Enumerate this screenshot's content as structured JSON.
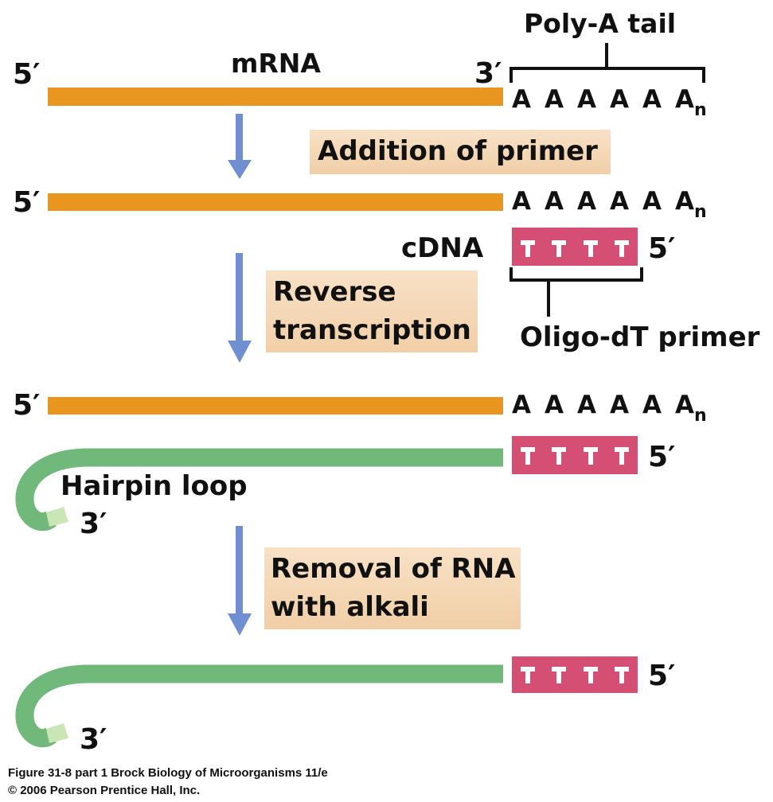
{
  "colors": {
    "mrna": "#e8961f",
    "cdna": "#71b97a",
    "cdna_end": "#c9e6b4",
    "primer": "#d44f73",
    "arrow": "#6f8fd0",
    "step_box": "#f3d6b4",
    "text": "#111111"
  },
  "labels": {
    "poly_a_tail": "Poly-A tail",
    "mrna": "mRNA",
    "cdna": "cDNA",
    "oligo_dt_primer": "Oligo-dT primer",
    "hairpin_loop": "Hairpin loop",
    "five_prime": "5′",
    "three_prime": "3′"
  },
  "poly_a": {
    "bases": [
      "A",
      "A",
      "A",
      "A",
      "A"
    ],
    "last_base": "A",
    "last_subscript": "n"
  },
  "primer_bases": [
    "T",
    "T",
    "T",
    "T"
  ],
  "steps": {
    "step1": "Addition of primer",
    "step2_line1": "Reverse",
    "step2_line2": "transcription",
    "step3_line1": "Removal of RNA",
    "step3_line2": "with alkali"
  },
  "caption": {
    "line1": "Figure 31-8 part 1  Brock Biology of Microorganisms 11/e",
    "line2": "© 2006 Pearson Prentice Hall, Inc."
  }
}
